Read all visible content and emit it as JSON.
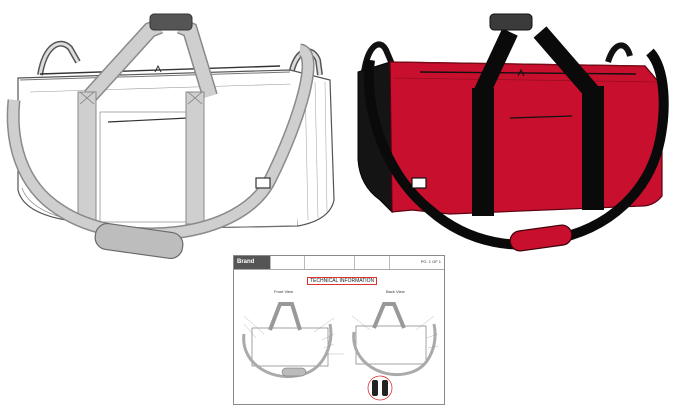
{
  "sheet": {
    "brand": "Brand",
    "title": "TECHNICAL INFORMATION",
    "page": "PG. 1 OF 1",
    "front_label": "Front View",
    "back_label": "Back View"
  },
  "colors": {
    "outline_bag_fill": "#ffffff",
    "strap_gray": "#c8c8c8",
    "strap_dark": "#5a5a5a",
    "red_body": "#c8102e",
    "red_side": "#141414",
    "black_strap": "#0a0a0a"
  },
  "icons": [
    "duffel-bag-outline",
    "duffel-bag-red",
    "tech-sheet"
  ]
}
